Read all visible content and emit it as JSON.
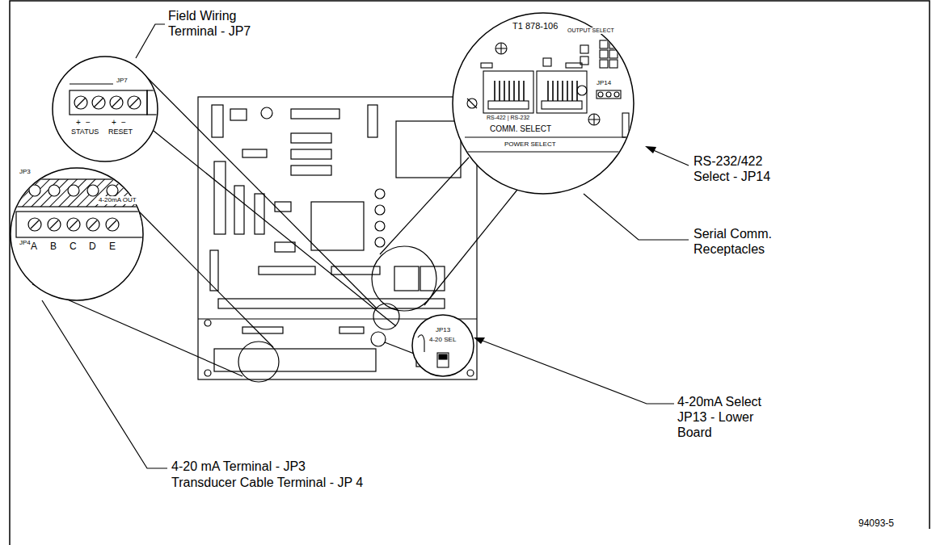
{
  "diagram": {
    "labels": [
      "Field Wiring Terminal - JP7",
      "RS-232/422 Select - JP14",
      "Serial Comm. Receptacles",
      "4-20mA Select JP13 - Lower Board",
      "4-20 mA Terminal - JP3",
      "Transducer Cable Terminal - JP 4",
      "94093-5",
      "JP7",
      "+",
      "−",
      "+",
      "−",
      "STATUS",
      "RESET",
      "T1 878-106",
      "OUTPUT SELECT",
      "JP14",
      "RS-422 | RS-232",
      "COMM. SELECT",
      "POWER SELECT",
      "JP3",
      "4-20mA OUT",
      "JP4",
      "A",
      "B",
      "C",
      "D",
      "E",
      "JP13",
      "4-20 SEL"
    ]
  }
}
